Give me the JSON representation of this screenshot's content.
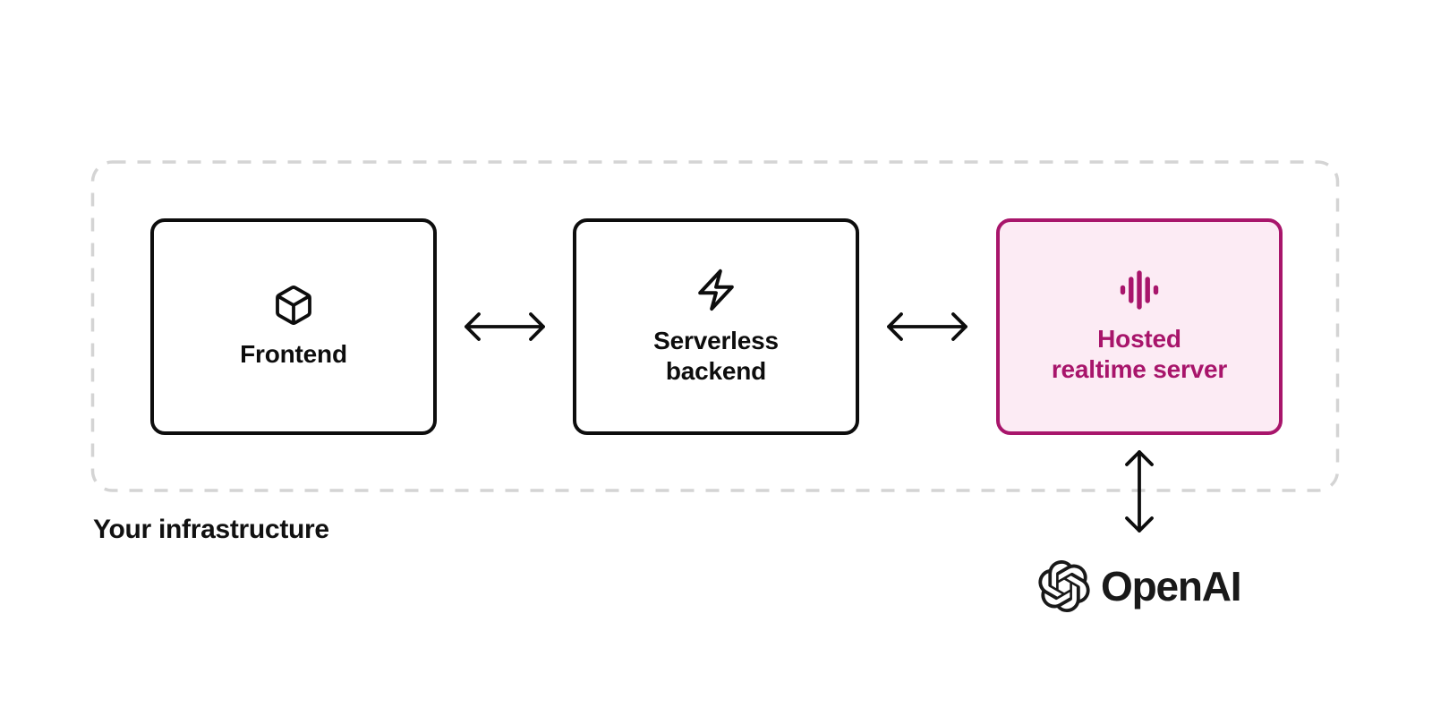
{
  "theme": {
    "accent": "#a8156b",
    "accent_bg": "#fcebf4",
    "ink": "#0d0d0d",
    "boundary": "#d4d4d4"
  },
  "infrastructure": {
    "label": "Your infrastructure"
  },
  "nodes": [
    {
      "id": "frontend",
      "icon": "cube-icon",
      "lines": [
        "Frontend"
      ],
      "highlighted": false
    },
    {
      "id": "serverless-backend",
      "icon": "bolt-icon",
      "lines": [
        "Serverless",
        "backend"
      ],
      "highlighted": false
    },
    {
      "id": "hosted-realtime-server",
      "icon": "waveform-icon",
      "lines": [
        "Hosted",
        "realtime server"
      ],
      "highlighted": true
    }
  ],
  "connections": [
    {
      "from": "frontend",
      "to": "serverless-backend",
      "type": "bidirectional-arrow"
    },
    {
      "from": "serverless-backend",
      "to": "hosted-realtime-server",
      "type": "bidirectional-arrow"
    },
    {
      "from": "hosted-realtime-server",
      "to": "openai",
      "type": "bidirectional-arrow"
    }
  ],
  "brand": {
    "wordmark": "OpenAI",
    "icon": "openai-logo-icon"
  }
}
